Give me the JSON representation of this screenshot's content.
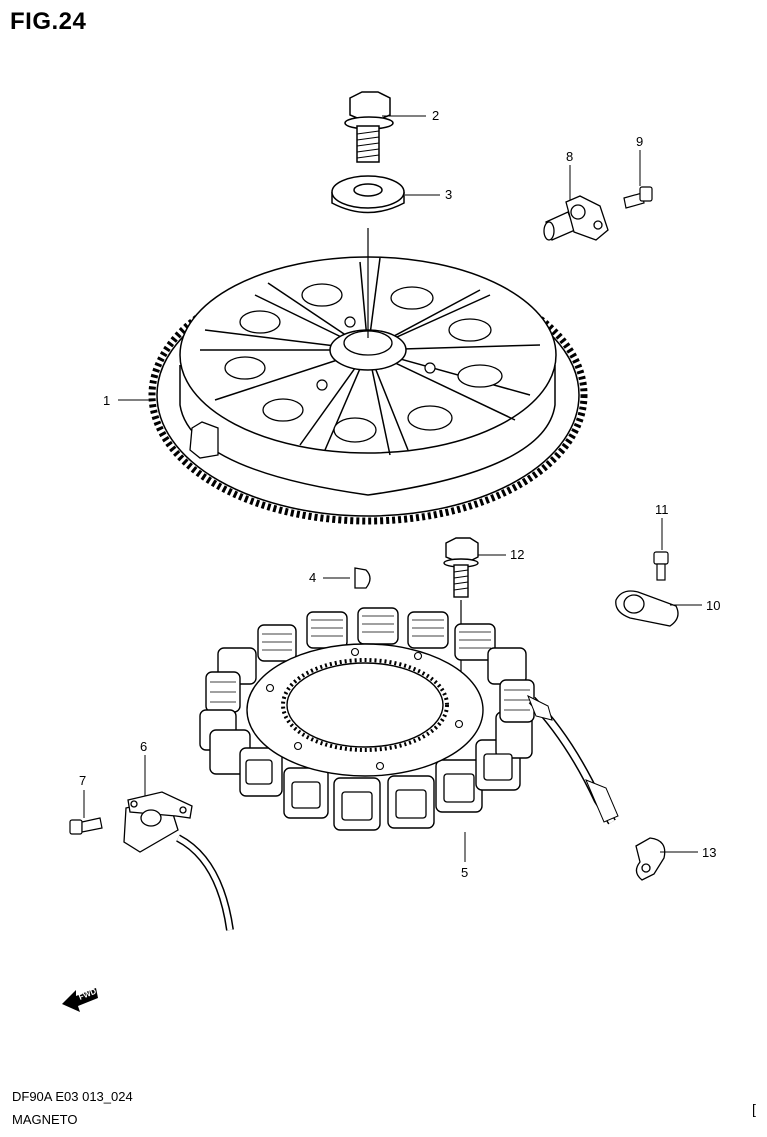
{
  "figure": {
    "title": "FIG.24"
  },
  "footer": {
    "code": "DF90A E03 013_024",
    "name": "MAGNETO",
    "mark": "["
  },
  "fwd_label": "FWD",
  "callouts": [
    {
      "id": "1",
      "label": "1",
      "part": "flywheel"
    },
    {
      "id": "2",
      "label": "2",
      "part": "flywheel-bolt"
    },
    {
      "id": "3",
      "label": "3",
      "part": "washer"
    },
    {
      "id": "4",
      "label": "4",
      "part": "key"
    },
    {
      "id": "5",
      "label": "5",
      "part": "stator"
    },
    {
      "id": "6",
      "label": "6",
      "part": "pulser-coil"
    },
    {
      "id": "7",
      "label": "7",
      "part": "screw"
    },
    {
      "id": "8",
      "label": "8",
      "part": "sensor"
    },
    {
      "id": "9",
      "label": "9",
      "part": "screw"
    },
    {
      "id": "10",
      "label": "10",
      "part": "clamp"
    },
    {
      "id": "11",
      "label": "11",
      "part": "bolt"
    },
    {
      "id": "12",
      "label": "12",
      "part": "stator-bolt"
    },
    {
      "id": "13",
      "label": "13",
      "part": "clamp"
    }
  ]
}
